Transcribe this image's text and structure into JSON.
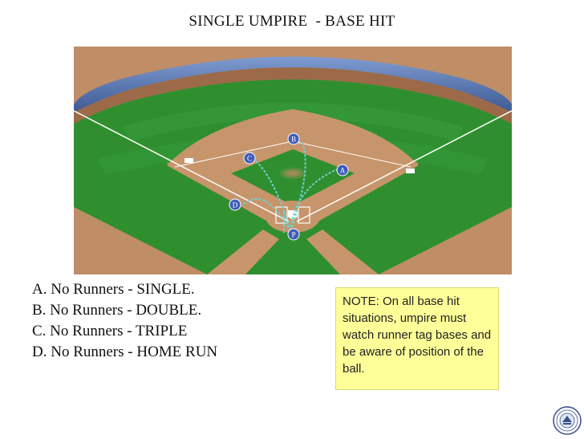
{
  "title": "SINGLE UMPIRE  - BASE HIT",
  "markers": [
    {
      "label": "A",
      "meaning": "umpire position A"
    },
    {
      "label": "B",
      "meaning": "umpire position B"
    },
    {
      "label": "C",
      "meaning": "umpire position C"
    },
    {
      "label": "D",
      "meaning": "umpire position D"
    },
    {
      "label": "P",
      "meaning": "umpire start position"
    }
  ],
  "legend": [
    "A. No Runners - SINGLE.",
    "B. No Runners - DOUBLE.",
    "C. No Runners - TRIPLE",
    "D. No Runners - HOME RUN"
  ],
  "note": "NOTE: On all base hit situations, umpire must watch runner tag bases and be aware of position of the ball.",
  "colors": {
    "grass": "#2f8f2f",
    "grass_dark": "#247a26",
    "dirt": "#c7956b",
    "dirt_dark": "#b07a52",
    "warning_track": "#9c6a48",
    "wall": "#4f6fa8",
    "marker": "#3f5cb8",
    "path": "#6fd2d2",
    "note_bg": "#ffff99"
  },
  "logo": {
    "icon": "asa-seal-icon"
  }
}
